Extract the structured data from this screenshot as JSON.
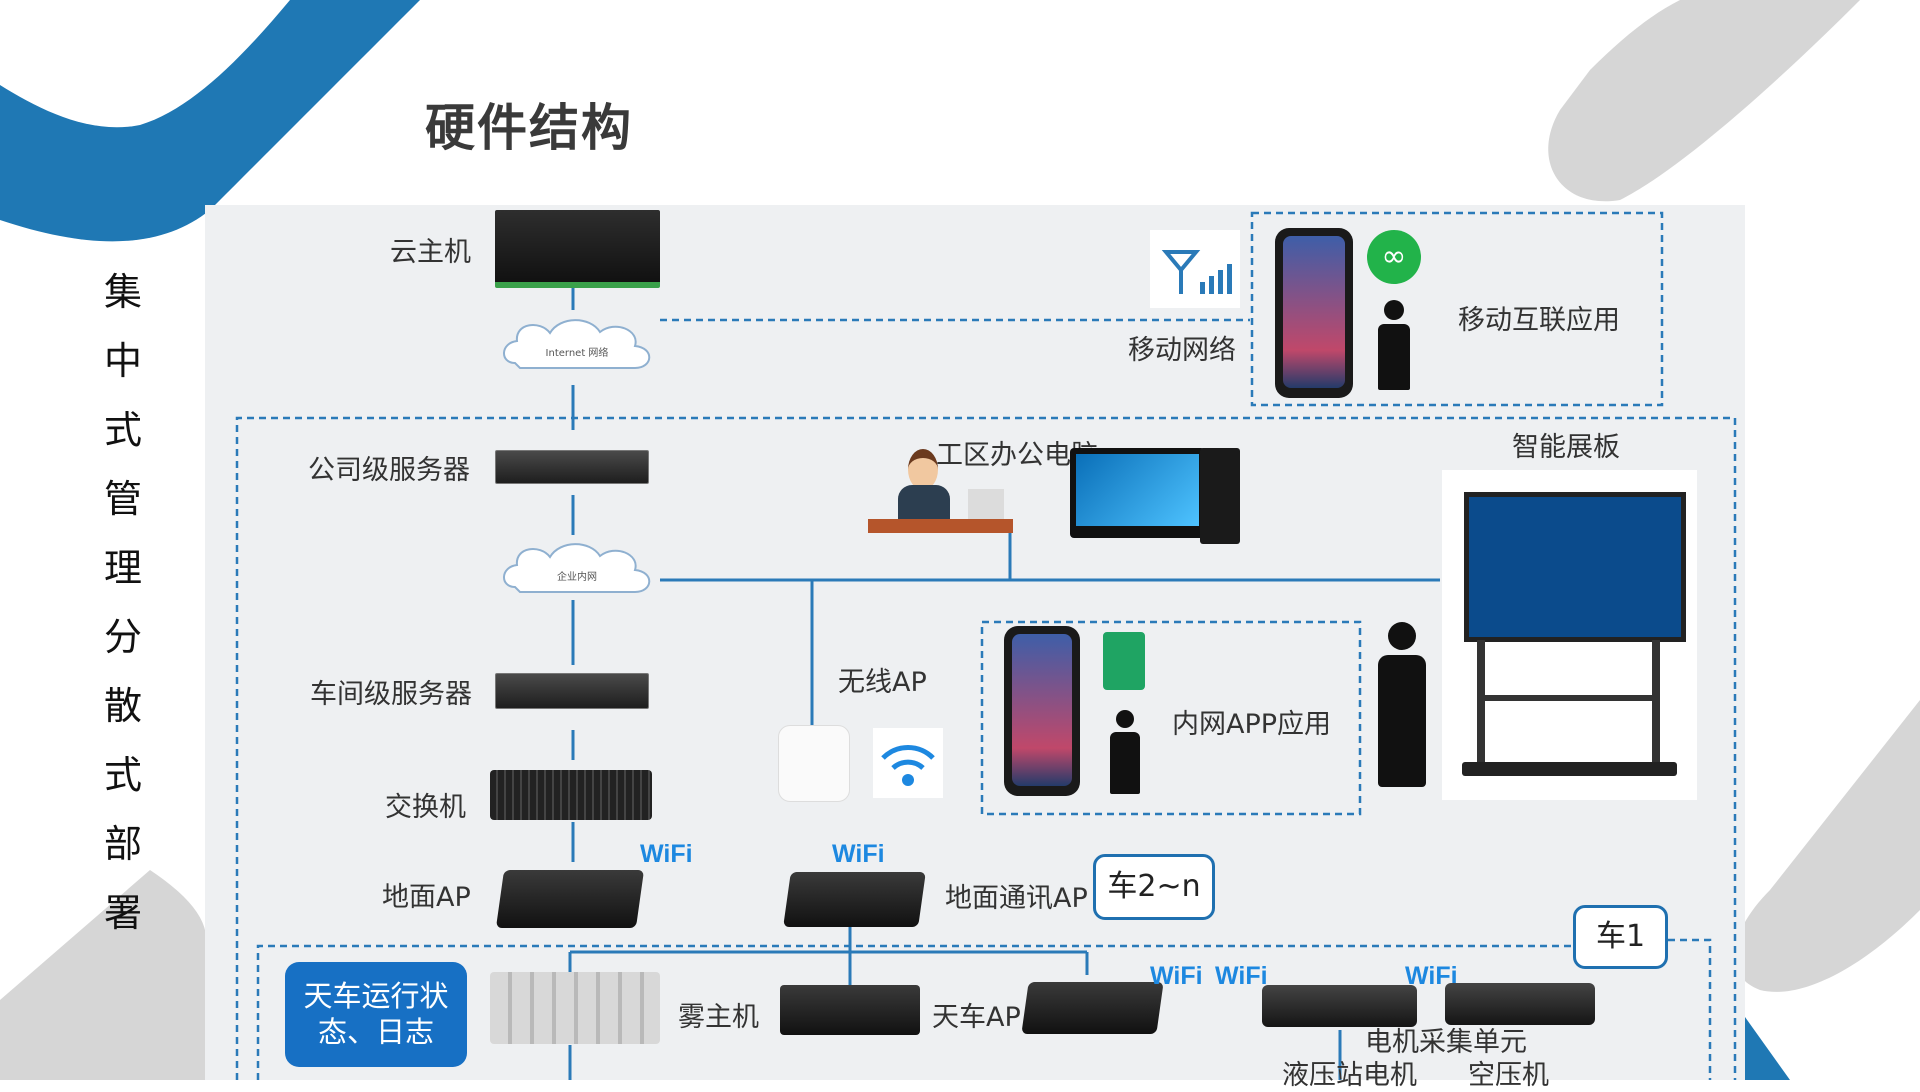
{
  "title": "硬件结构",
  "side_caption": [
    "集",
    "中",
    "式",
    "管",
    "理",
    "分",
    "散",
    "式",
    "部",
    "署"
  ],
  "nodes": {
    "cloud_host": "云主机",
    "internet_cloud": "Internet 网络",
    "company_server": "公司级服务器",
    "intranet_cloud": "企业内网",
    "workshop_server": "车间级服务器",
    "switch": "交换机",
    "ground_ap": "地面AP",
    "mobile_network": "移动网络",
    "mobile_app": "移动互联应用",
    "office_pc": "工区办公电脑",
    "smart_board": "智能展板",
    "wireless_ap": "无线AP",
    "intranet_app": "内网APP应用",
    "ground_comm_ap": "地面通讯AP",
    "crane_2n": "车2~n",
    "crane_1": "车1",
    "crane_status": "天车运行状态、日志",
    "fog_host": "雾主机",
    "crane_ap": "天车AP",
    "motor_unit": "电机采集单元",
    "hydraulic": "液压站电机",
    "compressor": "空压机"
  },
  "wifi_label": "WiFi",
  "colors": {
    "accent_blue": "#1f78b4",
    "line_blue": "#2a7ab8",
    "gray_deco": "#d6d6d6",
    "panel_bg": "#eef0f2"
  }
}
